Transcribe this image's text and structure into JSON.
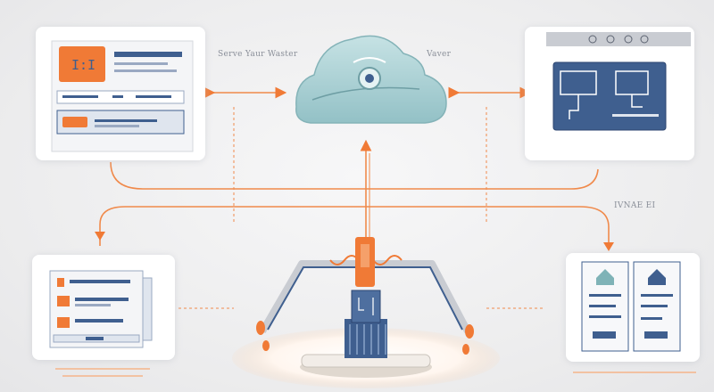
{
  "labels": {
    "top_left": "Serve Yaur Waster",
    "top_right": "Vaver",
    "right_mid": "IVNAE EI"
  },
  "colors": {
    "accent": "#f07a36",
    "navy": "#3f5f8f",
    "cloud": "#a9d0d3",
    "panel": "#ffffff",
    "line": "#f08a4b"
  },
  "icons": {
    "cloud": "cloud-server-icon",
    "top_left": "dashboard-panel-icon",
    "top_right": "monitor-screen-icon",
    "bottom_left": "server-rack-icon",
    "bottom_right": "document-cards-icon",
    "hub": "central-hub-tower-icon"
  }
}
